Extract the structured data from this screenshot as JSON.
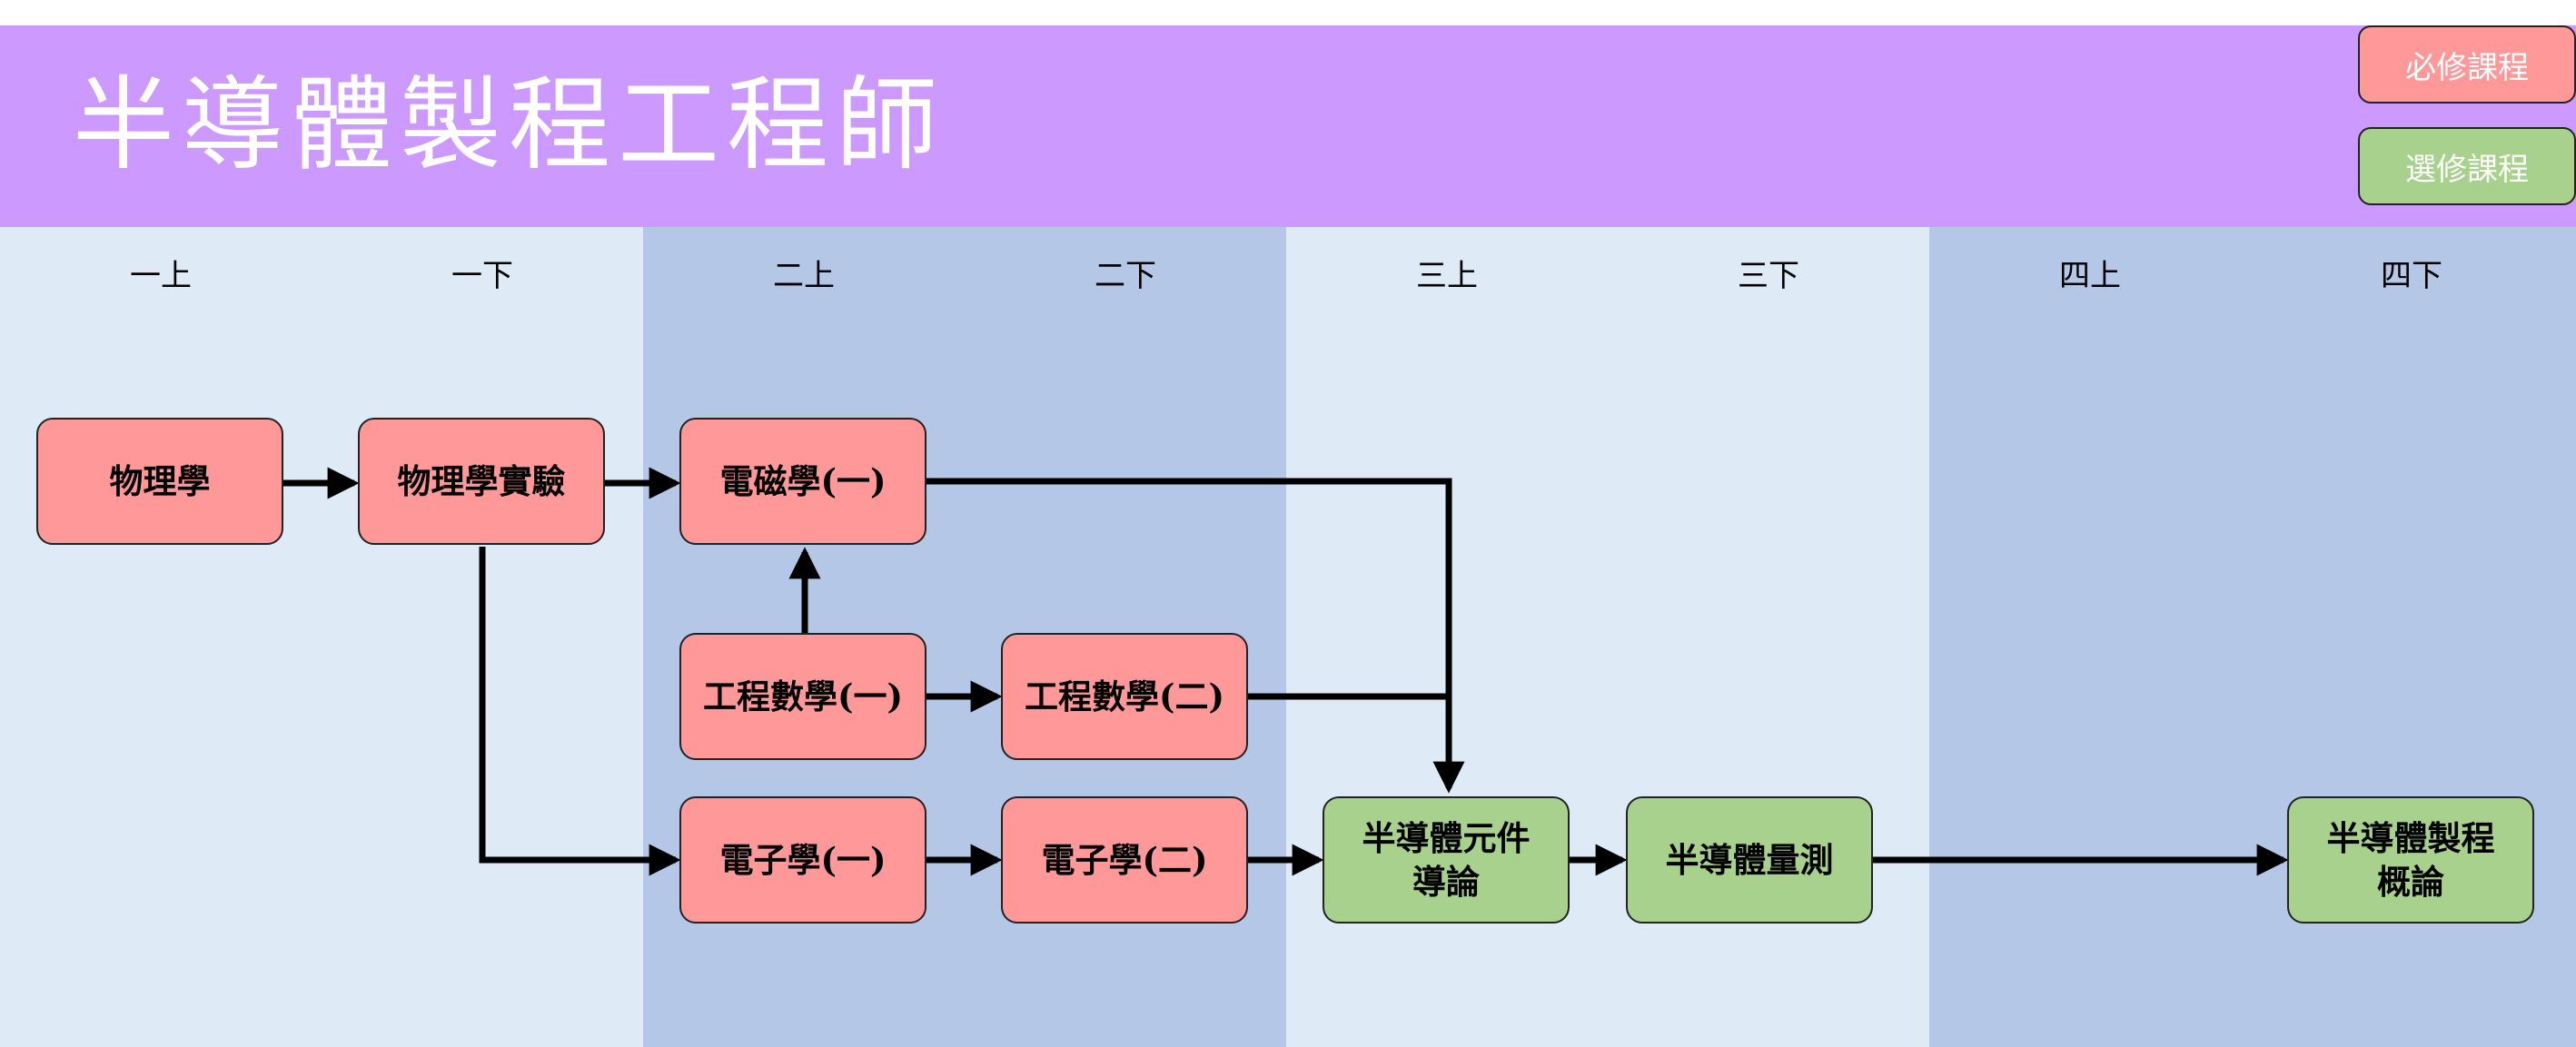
{
  "title": "半導體製程工程師",
  "legend": {
    "required": "必修課程",
    "elective": "選修課程"
  },
  "semesters": [
    "一上",
    "一下",
    "二上",
    "二下",
    "三上",
    "三下",
    "四上",
    "四下"
  ],
  "colors": {
    "required": "#ff9999",
    "elective": "#a9d18e",
    "header": "#cc99ff",
    "column_light": "#deeaf6",
    "column_dark": "#b4c7e7"
  },
  "courses": {
    "physics": "物理學",
    "physics_lab": "物理學實驗",
    "electromagnetics_1": "電磁學(一)",
    "eng_math_1": "工程數學(一)",
    "eng_math_2": "工程數學(二)",
    "electronics_1": "電子學(一)",
    "electronics_2": "電子學(二)",
    "semi_device_intro": "半導體元件\n導論",
    "semi_measurement": "半導體量測",
    "semi_process_intro": "半導體製程\n概論"
  }
}
